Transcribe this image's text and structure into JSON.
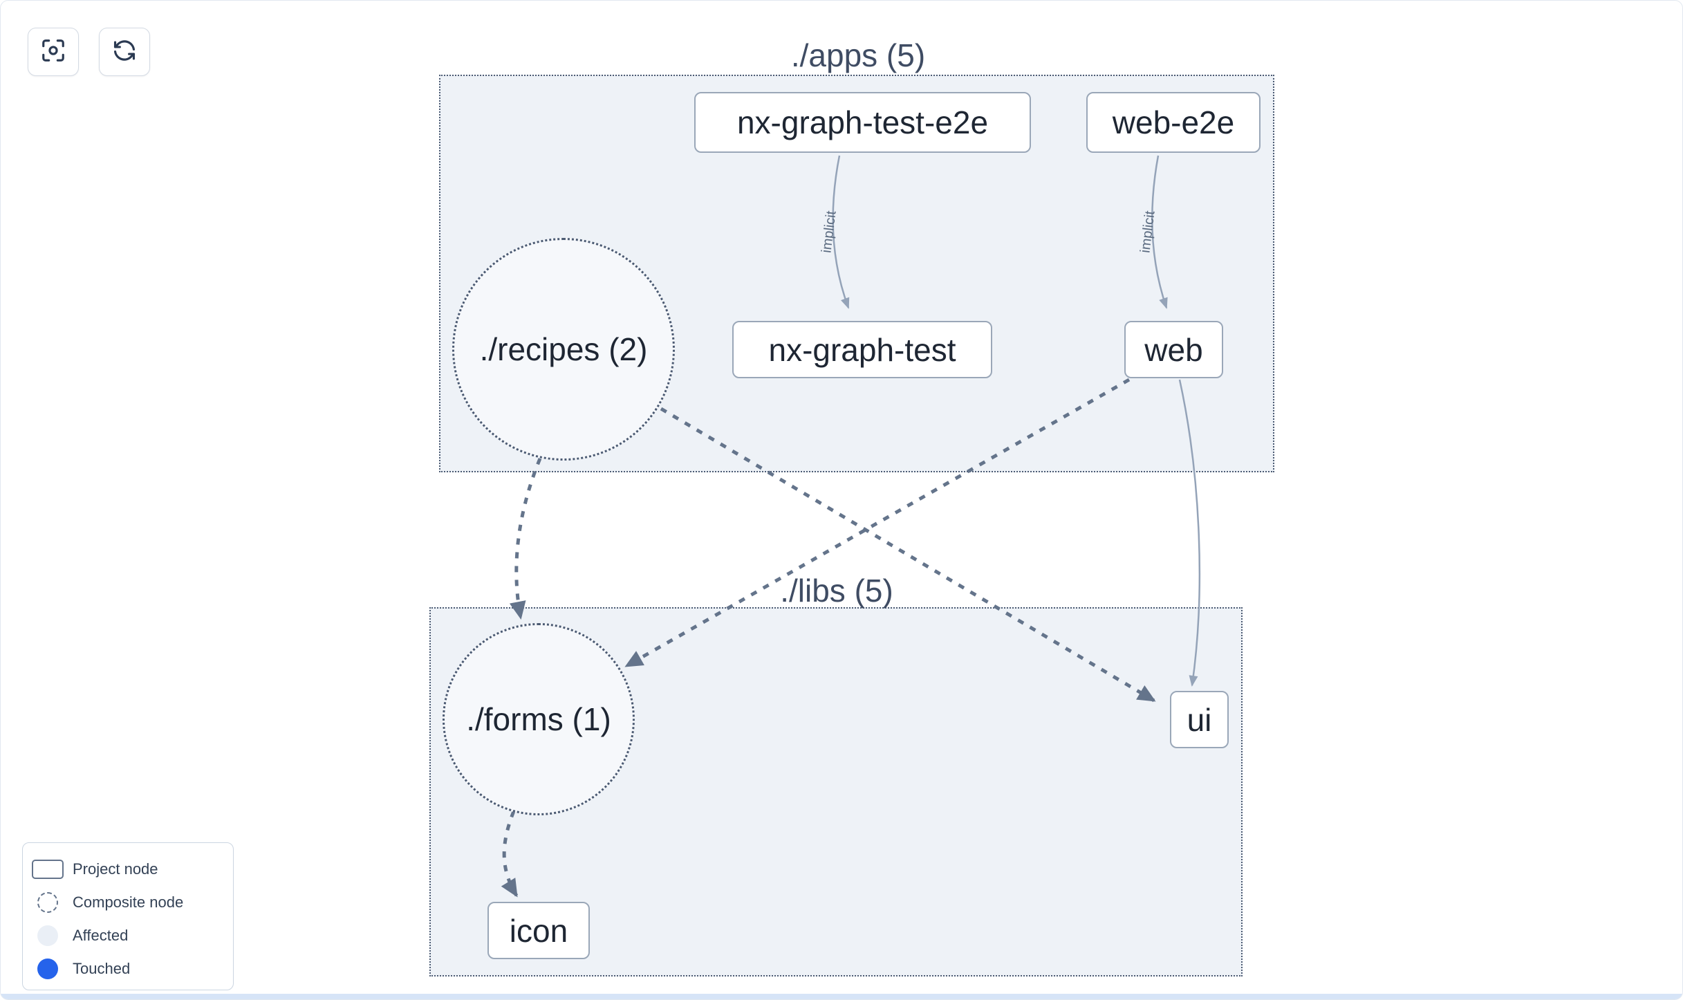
{
  "toolbar": {
    "buttons": [
      {
        "name": "focus",
        "icon": "focus-icon"
      },
      {
        "name": "refresh",
        "icon": "refresh-icon"
      }
    ]
  },
  "groups": {
    "apps": {
      "label": "./apps (5)"
    },
    "libs": {
      "label": "./libs (5)"
    }
  },
  "nodes": {
    "nx_graph_test_e2e": {
      "label": "nx-graph-test-e2e"
    },
    "web_e2e": {
      "label": "web-e2e"
    },
    "recipes": {
      "label": "./recipes (2)"
    },
    "nx_graph_test": {
      "label": "nx-graph-test"
    },
    "web": {
      "label": "web"
    },
    "forms": {
      "label": "./forms (1)"
    },
    "ui": {
      "label": "ui"
    },
    "icon": {
      "label": "icon"
    }
  },
  "edge_labels": {
    "e1": "implicit",
    "e2": "implicit"
  },
  "legend": {
    "items": [
      {
        "label": "Project node",
        "icon": "project-node-icon"
      },
      {
        "label": "Composite node",
        "icon": "composite-node-icon"
      },
      {
        "label": "Affected",
        "icon": "affected-icon"
      },
      {
        "label": "Touched",
        "icon": "touched-icon"
      }
    ]
  },
  "colors": {
    "edge_dashed": "#64748b",
    "edge_thin": "#94a3b8",
    "node_border": "#9aa7b8",
    "group_border": "#4b5a72",
    "group_fill": "#eef2f7",
    "touched_blue": "#2563eb",
    "affected_fill": "#eaeff6",
    "bottom_bar": "#d6e4f7"
  }
}
